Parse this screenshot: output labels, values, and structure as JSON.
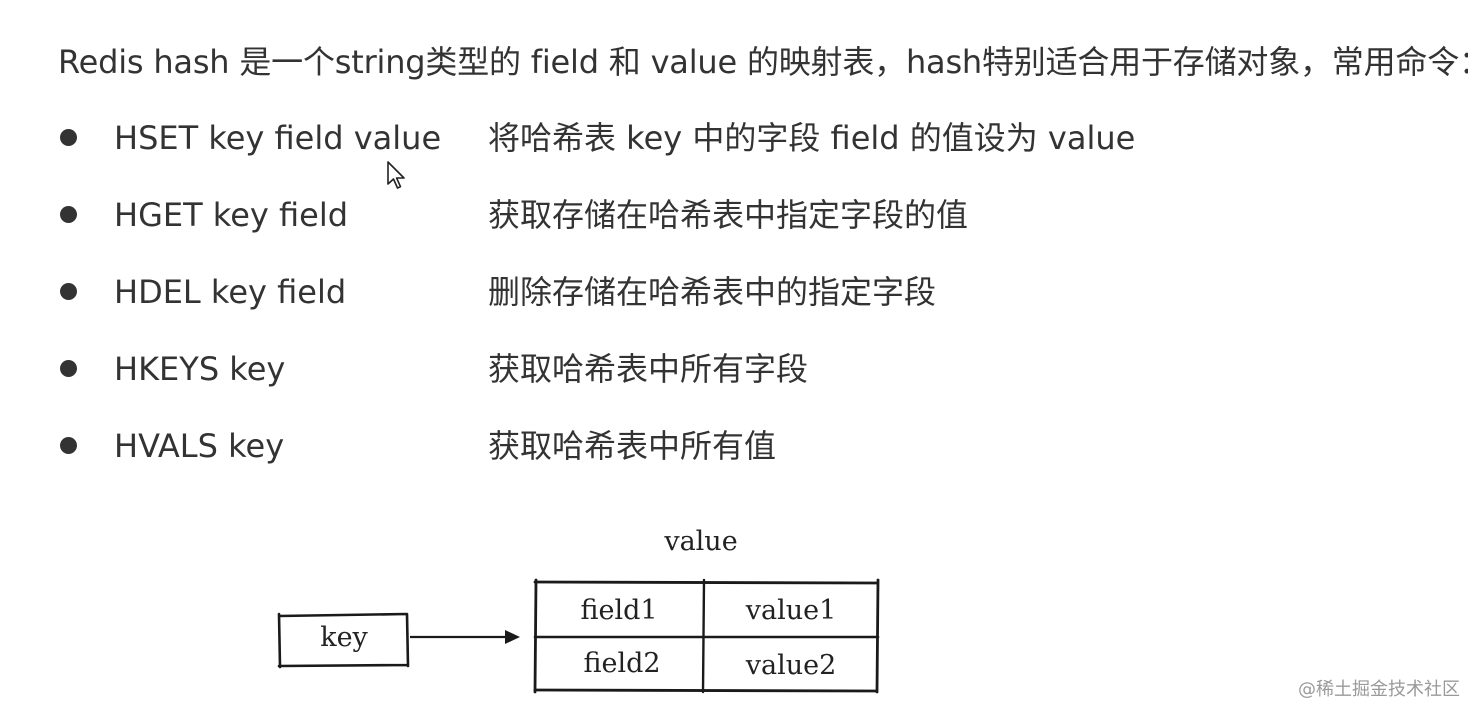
{
  "intro": "Redis hash 是一个string类型的 field 和 value 的映射表，hash特别适合用于存储对象，常用命令：",
  "commands": [
    {
      "syntax": "HSET key field value",
      "desc": "将哈希表 key 中的字段 field 的值设为 value"
    },
    {
      "syntax": "HGET key field",
      "desc": "获取存储在哈希表中指定字段的值"
    },
    {
      "syntax": "HDEL key field",
      "desc": "删除存储在哈希表中的指定字段"
    },
    {
      "syntax": "HKEYS key",
      "desc": "获取哈希表中所有字段"
    },
    {
      "syntax": "HVALS key",
      "desc": "获取哈希表中所有值"
    }
  ],
  "diagram": {
    "value_label": "value",
    "key_label": "key",
    "rows": [
      {
        "field": "field1",
        "value": "value1"
      },
      {
        "field": "field2",
        "value": "value2"
      }
    ]
  },
  "watermark": "@稀土掘金技术社区"
}
